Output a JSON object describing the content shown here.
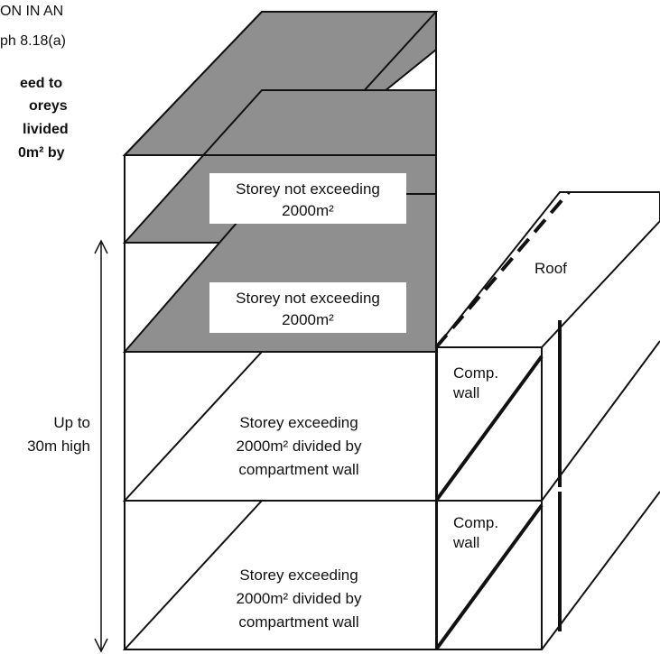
{
  "header": {
    "line1": "ON IN AN",
    "line2": "ph 8.18(a)",
    "note_lines": [
      "eed to",
      "oreys",
      "livided",
      "0m² by"
    ]
  },
  "labels": {
    "storey_small_top": [
      "Storey not exceeding",
      "2000m²"
    ],
    "storey_small_mid": [
      "Storey not exceeding",
      "2000m²"
    ],
    "storey_large_upper": [
      "Storey exceeding",
      "2000m² divided by",
      "compartment wall"
    ],
    "storey_large_lower": [
      "Storey exceeding",
      "2000m² divided by",
      "compartment wall"
    ],
    "roof": "Roof",
    "comp_wall_upper": [
      "Comp.",
      "wall"
    ],
    "comp_wall_lower": [
      "Comp.",
      "wall"
    ],
    "height": [
      "Up to",
      "30m high"
    ]
  },
  "colors": {
    "slab_fill": "#8f8f8f",
    "line": "#111111"
  }
}
